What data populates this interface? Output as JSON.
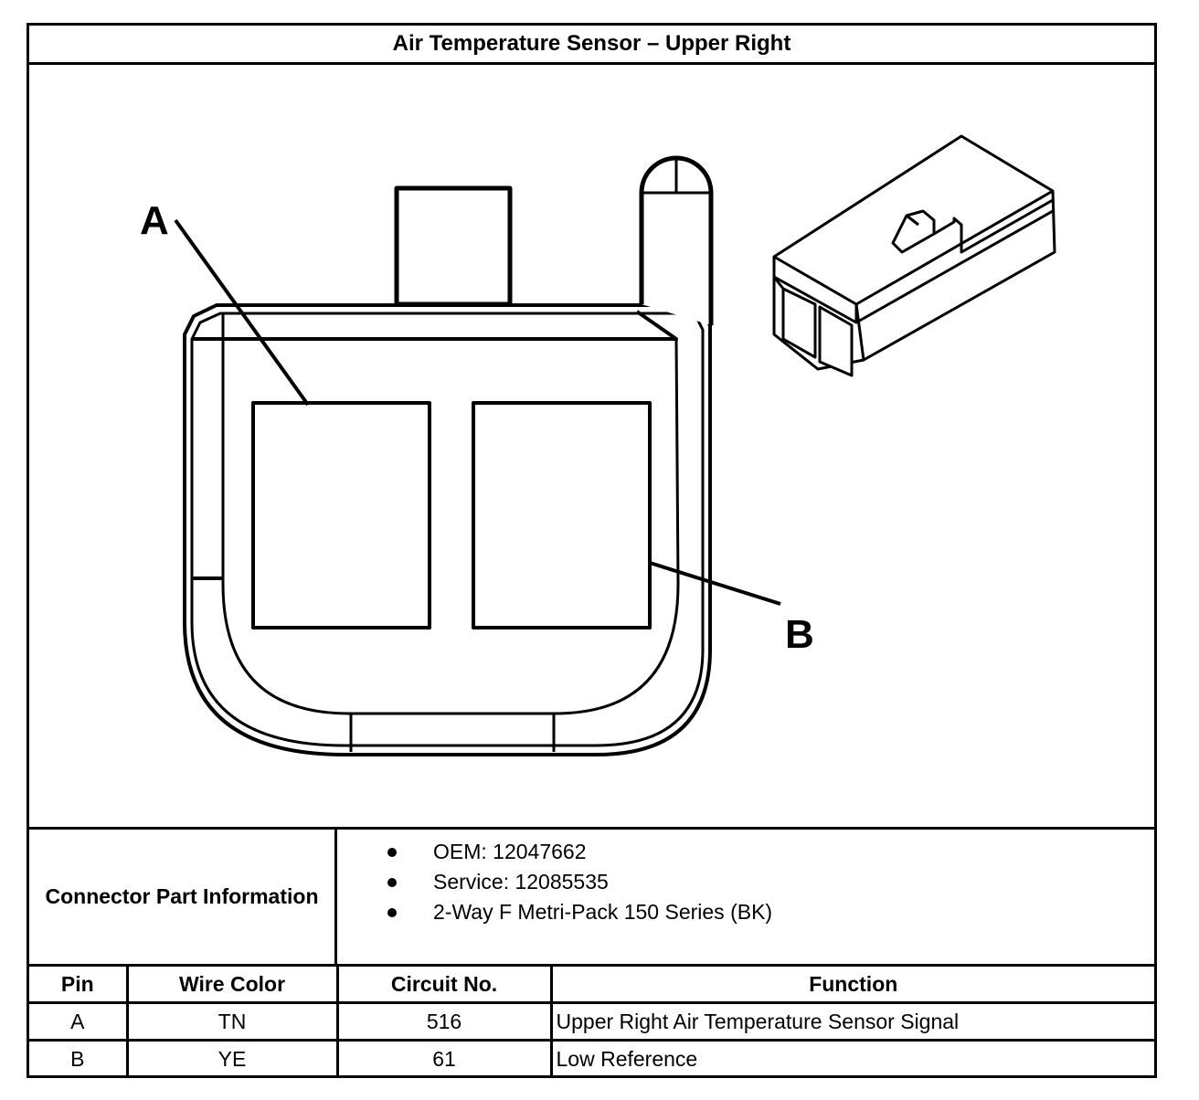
{
  "title": "Air Temperature Sensor – Upper Right",
  "diagram": {
    "callout_a": "A",
    "callout_b": "B"
  },
  "connector_info": {
    "label": "Connector Part Information",
    "items": [
      "OEM: 12047662",
      "Service: 12085535",
      "2-Way F Metri-Pack 150 Series (BK)"
    ]
  },
  "pin_table": {
    "headers": [
      "Pin",
      "Wire Color",
      "Circuit No.",
      "Function"
    ],
    "rows": [
      [
        "A",
        "TN",
        "516",
        "Upper Right Air Temperature Sensor Signal"
      ],
      [
        "B",
        "YE",
        "61",
        "Low Reference"
      ]
    ]
  }
}
